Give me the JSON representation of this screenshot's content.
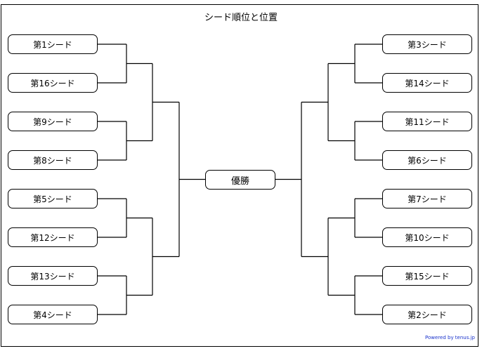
{
  "title": "シード順位と位置",
  "winner": "優勝",
  "left_seeds": [
    "第1シード",
    "第16シード",
    "第9シード",
    "第8シード",
    "第5シード",
    "第12シード",
    "第13シード",
    "第4シード"
  ],
  "right_seeds": [
    "第3シード",
    "第14シード",
    "第11シード",
    "第6シード",
    "第7シード",
    "第10シード",
    "第15シード",
    "第2シード"
  ],
  "footer": {
    "powered_by": "Powered by tenus.jp"
  },
  "colors": {
    "line": "#000000",
    "background": "#ffffff",
    "link": "#1a33cc"
  }
}
